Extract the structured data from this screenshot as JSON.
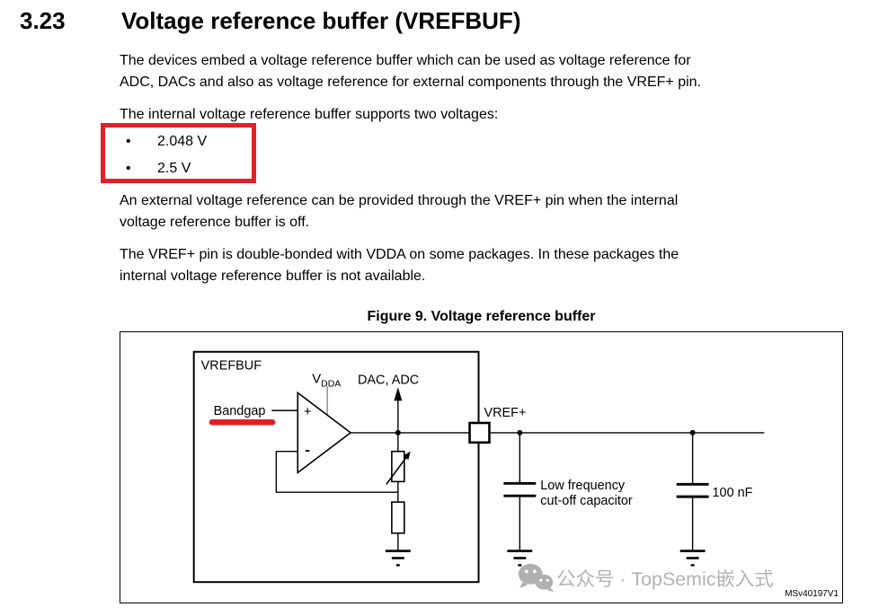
{
  "page": {
    "section_number": "3.23",
    "title": "Voltage reference buffer (VREFBUF)",
    "para1": "The devices embed a voltage reference buffer which can be used as voltage reference for\nADC, DACs and also as voltage reference for external components through the VREF+ pin.",
    "para2": "The internal voltage reference buffer supports two voltages:",
    "bullets": [
      "2.048 V",
      "2.5 V"
    ],
    "bullet_glyph": "•",
    "para3": "An external voltage reference can be provided through the VREF+ pin when the internal\nvoltage reference buffer is off.",
    "para4": "The VREF+ pin is double-bonded with VDDA on some packages. In these packages the\ninternal voltage reference buffer is not available.",
    "figure_caption": "Figure 9. Voltage reference buffer"
  },
  "figure": {
    "block_label": "VREFBUF",
    "vdda_main": "V",
    "vdda_sub": "DDA",
    "dac_adc_label": "DAC, ADC",
    "bandgap_label": "Bandgap",
    "opamp_plus": "+",
    "opamp_minus": "-",
    "vref_pin_label": "VREF+",
    "cap1_label_line1": "Low frequency",
    "cap1_label_line2": "cut-off capacitor",
    "cap2_label": "100 nF",
    "figure_id": "MSv40197V1"
  },
  "watermark": {
    "text": "公众号 · TopSemic嵌入式"
  },
  "colors": {
    "highlight_red": "#e41f25",
    "watermark_gray": "#b3b3b3",
    "supply_line_gray": "#888888"
  }
}
